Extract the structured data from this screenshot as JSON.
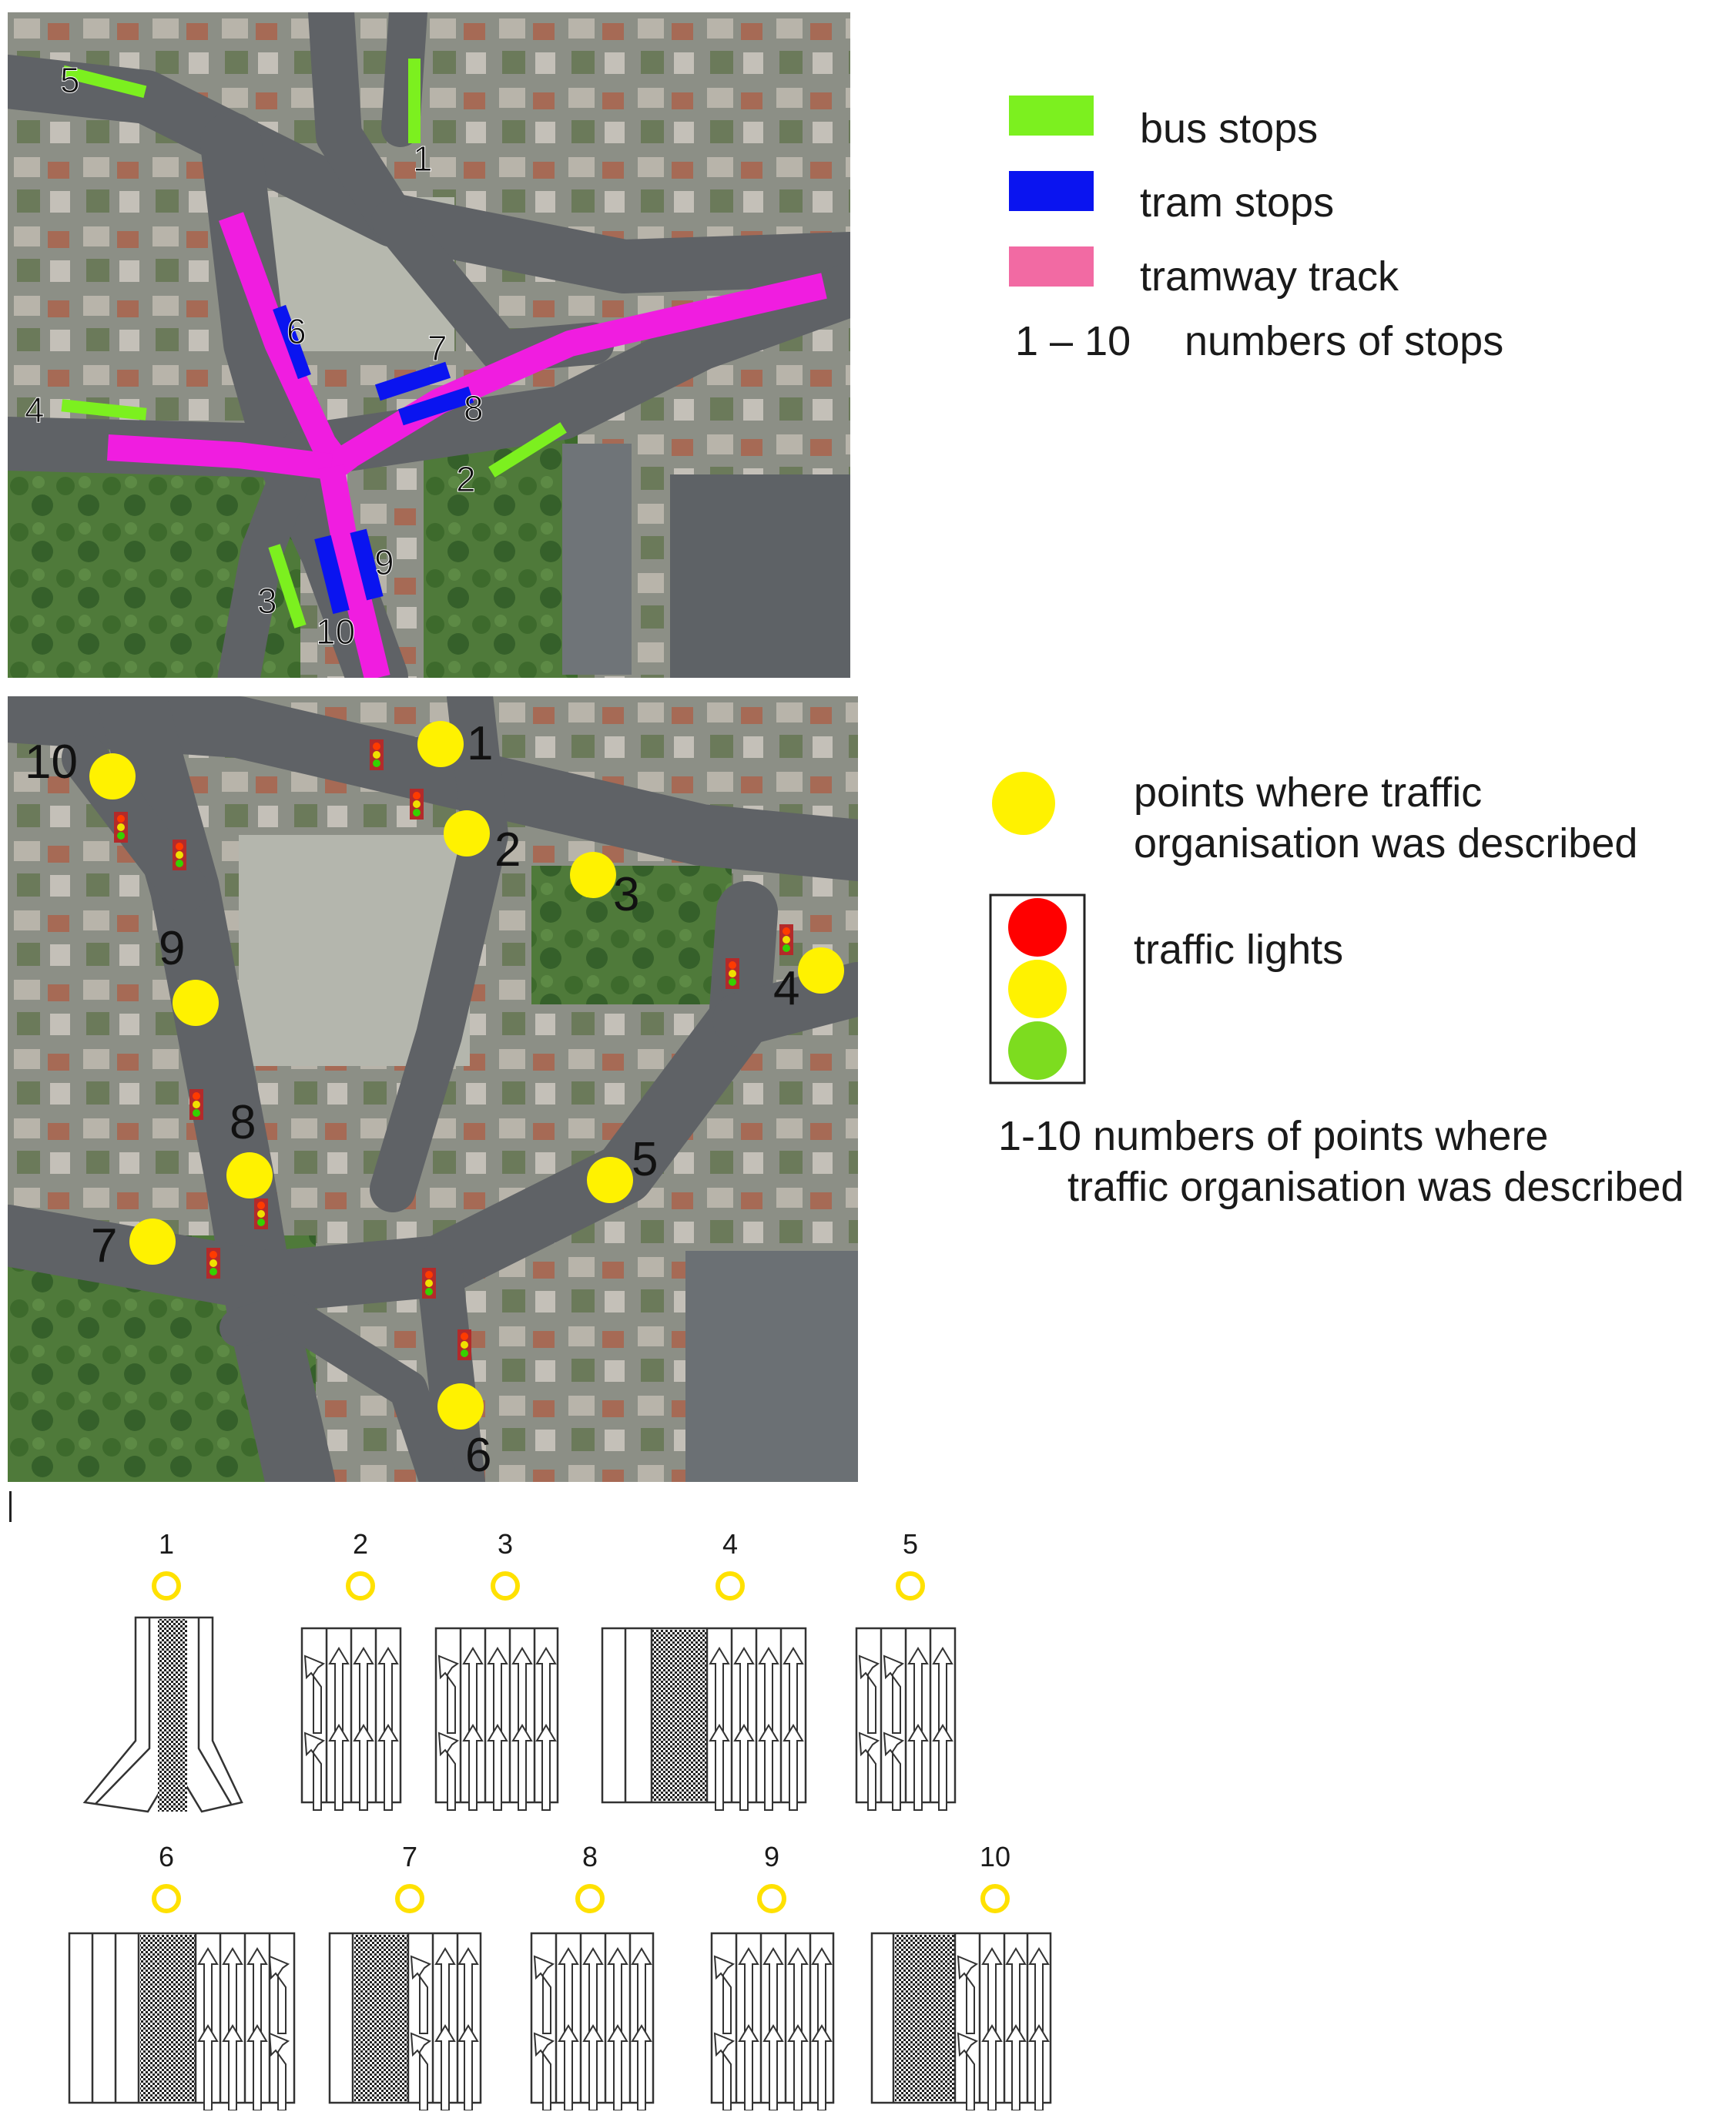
{
  "legend_top": {
    "items": [
      {
        "swatch_color": "#7cf01f",
        "label": "bus stops"
      },
      {
        "swatch_color": "#0a14f0",
        "label": "tram stops"
      },
      {
        "swatch_color": "#f26aa3",
        "label": "tramway track"
      }
    ],
    "range_label": "1 – 10",
    "range_text": "numbers of stops"
  },
  "legend_bottom": {
    "points_label": "points where traffic\norganisation was described",
    "lights_label": "traffic lights",
    "numbers_label": "1-10 numbers of points where\n      traffic organisation was described",
    "point_color": "#fff200",
    "light_colors": [
      "#ff0000",
      "#fff200",
      "#7ddc1f"
    ]
  },
  "map_top": {
    "bus_stop_numbers": [
      "1",
      "2",
      "3",
      "4",
      "5"
    ],
    "tram_stop_numbers": [
      "6",
      "7",
      "8",
      "9",
      "10"
    ]
  },
  "map_bottom": {
    "point_numbers": [
      "1",
      "2",
      "3",
      "4",
      "5",
      "6",
      "7",
      "8",
      "9",
      "10"
    ]
  },
  "lane_panels": {
    "numbers": [
      "1",
      "2",
      "3",
      "4",
      "5",
      "6",
      "7",
      "8",
      "9",
      "10"
    ]
  },
  "colors": {
    "bus": "#7cf01f",
    "tram": "#0a14f0",
    "track": "#f01de0",
    "point": "#fff200"
  }
}
